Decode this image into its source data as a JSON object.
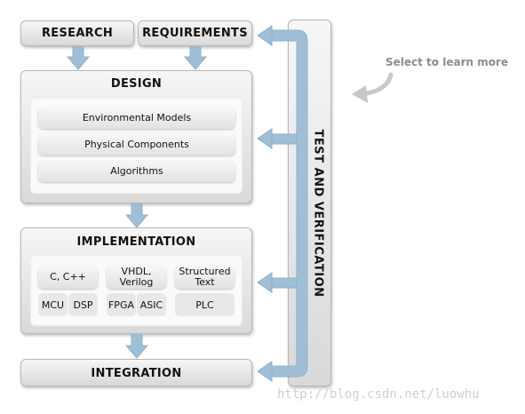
{
  "boxes": {
    "research": "RESEARCH",
    "requirements": "REQUIREMENTS",
    "design": "DESIGN",
    "implementation": "IMPLEMENTATION",
    "integration": "INTEGRATION",
    "test_verification": "TEST AND VERIFICATION"
  },
  "design_items": [
    "Environmental Models",
    "Physical Components",
    "Algorithms"
  ],
  "implementation": {
    "groups": [
      "C, C++",
      "VHDL, Verilog",
      "Structured Text"
    ],
    "targets": [
      "MCU",
      "DSP",
      "FPGA",
      "ASIC",
      "PLC"
    ]
  },
  "hint": "Select to learn more",
  "watermark": "http://blog.csdn.net/luowhu",
  "colors": {
    "arrow": "#9fbfd7",
    "arrow_edge": "#7f9fb9",
    "box": "#e3e3e3"
  }
}
